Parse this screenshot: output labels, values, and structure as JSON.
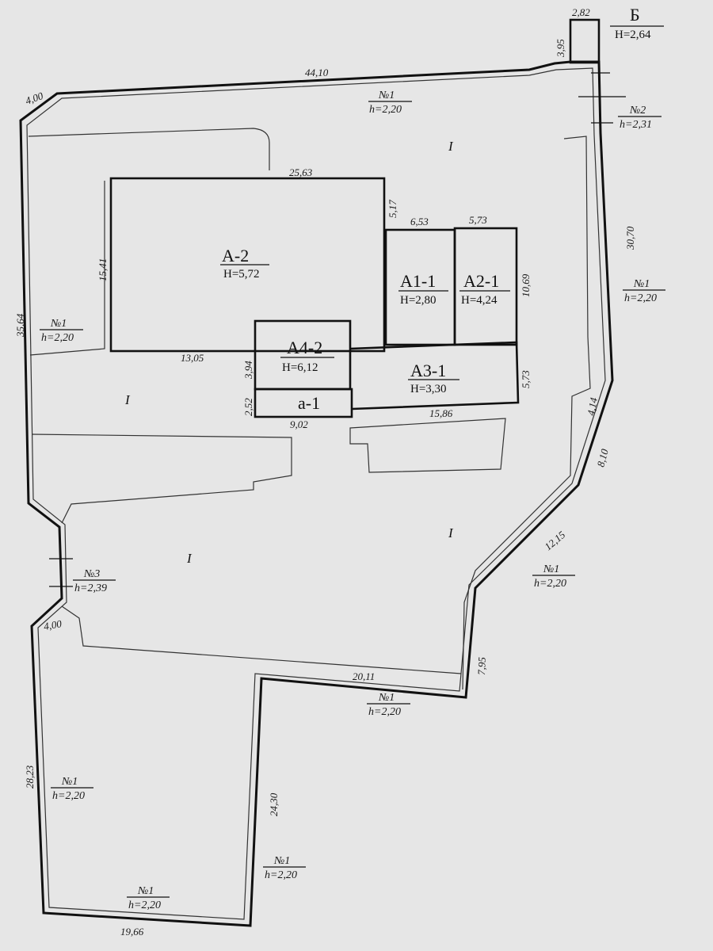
{
  "plan": {
    "dimensions": {
      "top_edge": "44,10",
      "top_left_bevel": "4,00",
      "left_edge": "35,64",
      "kiosk_width": "2,82",
      "kiosk_height": "3,95",
      "right_upper": "30,70",
      "right_step": "4,14",
      "right_diag1": "8,10",
      "right_diag2": "12,15",
      "right_lower": "7,95",
      "bottom_mid": "20,11",
      "left_bevel_lower": "4,00",
      "left_lower": "28,23",
      "inner_vertical": "24,30",
      "bottom_edge": "19,66",
      "a2_top": "25,63",
      "a2_left": "15,41",
      "a2_right_step": "5,17",
      "a2_bottom": "13,05",
      "a1_top": "6,53",
      "a21_top": "5,73",
      "a21_right": "10,69",
      "a3_right": "5,73",
      "a3_bottom": "15,86",
      "a4_height": "3,94",
      "a1_lower_height": "2,52",
      "a1_lower_width": "9,02"
    },
    "buildings": [
      {
        "name": "А-2",
        "height": "Н=5,72"
      },
      {
        "name": "А1-1",
        "height": "Н=2,80"
      },
      {
        "name": "А2-1",
        "height": "Н=4,24"
      },
      {
        "name": "А4-2",
        "height": "Н=6,12"
      },
      {
        "name": "А3-1",
        "height": "Н=3,30"
      },
      {
        "name": "а-1",
        "height": ""
      },
      {
        "name": "Б",
        "height": "Н=2,64"
      }
    ],
    "fences": {
      "top": {
        "num": "№1",
        "h": "h=2,20"
      },
      "gate2": {
        "num": "№2",
        "h": "h=2,31"
      },
      "right": {
        "num": "№1",
        "h": "h=2,20"
      },
      "left": {
        "num": "№1",
        "h": "h=2,20"
      },
      "gate3": {
        "num": "№3",
        "h": "h=2,39"
      },
      "diag": {
        "num": "№1",
        "h": "h=2,20"
      },
      "mid_bottom": {
        "num": "№1",
        "h": "h=2,20"
      },
      "left_lower": {
        "num": "№1",
        "h": "h=2,20"
      },
      "inner": {
        "num": "№1",
        "h": "h=2,20"
      },
      "bottom": {
        "num": "№1",
        "h": "h=2,20"
      }
    },
    "zones": [
      "I",
      "I",
      "I",
      "I"
    ]
  }
}
